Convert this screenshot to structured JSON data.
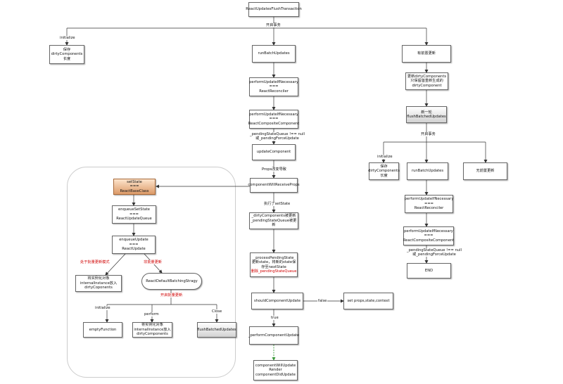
{
  "nodes": {
    "flush_transaction": "ReactUpdatesFlushTransaction",
    "save_dirty_1": "保存\ndirtyComponents\n长度",
    "run_batch_1": "runBatchUpdates",
    "has_updates": "有前置更新",
    "perform_if_necessary_reconciler_1": "performUpdateIfNecessary\n===\nReactReconciler",
    "perform_if_necessary_composite_1": "performUpdateIfNecessary\n===\nReactCompositeComponent",
    "update_component": "updateComponent",
    "component_will_receive_props": "componentWillReceiveProps",
    "dirty_updated": "_dirtyComponents被更新\n_pendingStateQueue被更新",
    "process_pending_state_main": "_processPendingState\n更新state，将新的state保\n存至nextState",
    "process_pending_state_red": "删除_pendingStateQueue",
    "should_component_update": "shouldComponentUpdate",
    "set_props_state_context": "set props,state,context",
    "perform_component_update": "_performComponentUpdate",
    "will_update_render_did_update": "componentWillUpdate\nRender\ncomponentDidUpdate",
    "update_dirty_keep": "更新dirtyComponents\n只保留首重新生成的\ndirtyComponent",
    "new_round_flush": "新一轮\nflushBatchedUpdates",
    "save_dirty_2": "保存\ndirtyComponents\n长度",
    "run_batch_2": "runBatchUpdates",
    "no_updates": "无前置更新",
    "perform_if_necessary_reconciler_2": "performUpdateIfNecessary\n===\nReactReconciler",
    "perform_if_necessary_composite_2": "performUpdateIfNecessary\n===\nReactCompositeComponent",
    "end": "END",
    "set_state": "setState\n===\nReactBaseClass",
    "enqueue_set_state": "enqueueSetState\n===\nReactUpdateQueue",
    "enqueue_update": "enqueueUpdate\n===\nReactUpdate",
    "put_instance": "将实例化对象\ninternalInstance放入\ndirtyCoponents",
    "default_batching_strategy": "ReactDefaultBatchingStragy",
    "empty_function": "emptyFunction",
    "put_instance_2": "将实例化对象\ninternalInstance放入\ndirtyComponents",
    "flush_batched_updates": "flushBatchedUpdates"
  },
  "labels": {
    "open_transaction_1": "开启事务",
    "initialize_1": "initialize",
    "pending_state_queue_1": "_pendingStateQueue !== null\n或_pendingForceUpdate",
    "props_changed": "Props改变导致",
    "executed_set_state": "执行了setState",
    "false_label": "false",
    "true_label": "true",
    "open_transaction_2": "开启事务",
    "initialize_2": "initialize",
    "pending_state_queue_2": "_pendingStateQueue !== null\n或_pendingForceUpdate",
    "in_batch_mode": "处于批量更新模式",
    "not_batch": "非批量更新",
    "open_batch_update": "开启批量更新",
    "initialize_3": "initialize",
    "perform_label": "perform",
    "close_label": "Close"
  },
  "colors": {
    "highlight_red": "#d00000",
    "orange_node_top": "#fde4cc",
    "orange_node_bottom": "#dc9a68",
    "green_dashed_arrow": "#3c9a3c",
    "edge": "#333333"
  }
}
